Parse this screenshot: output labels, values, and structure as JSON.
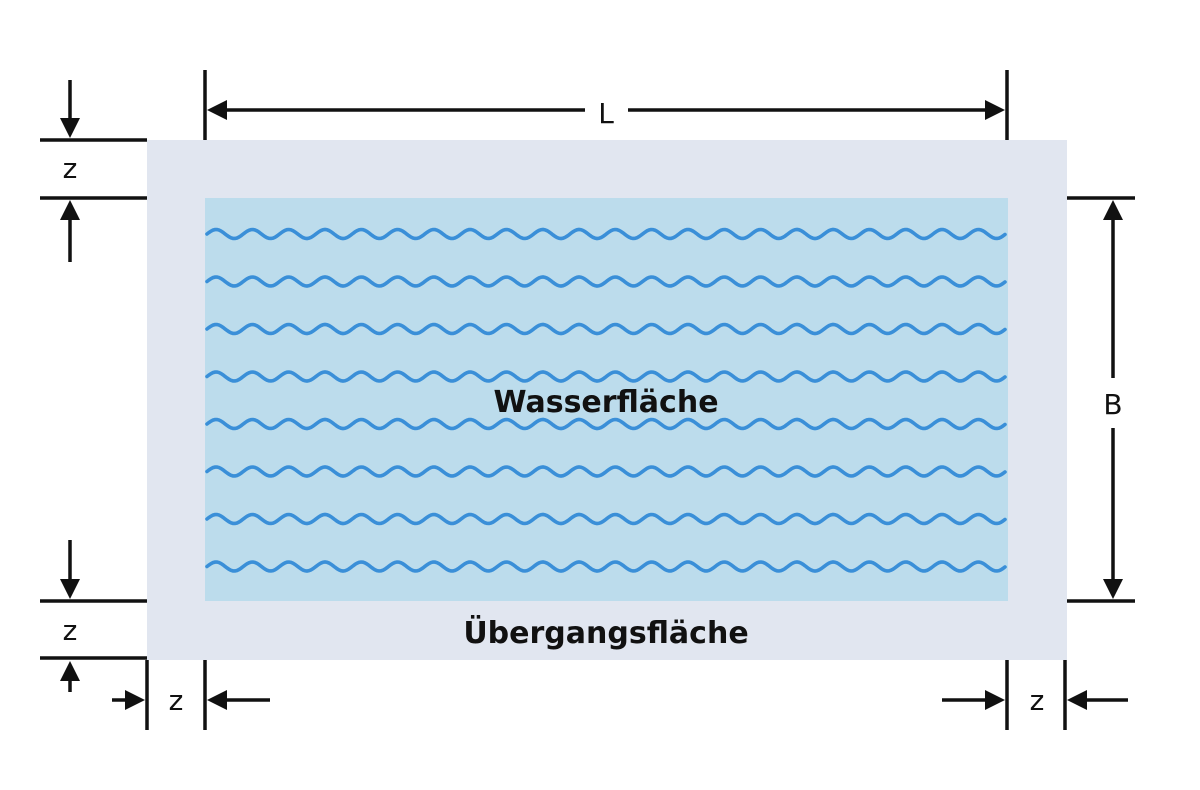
{
  "labels": {
    "length": "L",
    "width": "B",
    "margin_top": "z",
    "margin_bottom": "z",
    "margin_left": "z",
    "margin_right": "z",
    "water_area": "Wasserfläche",
    "transition_area": "Übergangsfläche"
  },
  "colors": {
    "transition_fill": "#e1e6f0",
    "water_fill": "#bcdcec",
    "wave_stroke": "#3a8fd8",
    "line": "#111111"
  },
  "waves": {
    "rows": 8
  }
}
